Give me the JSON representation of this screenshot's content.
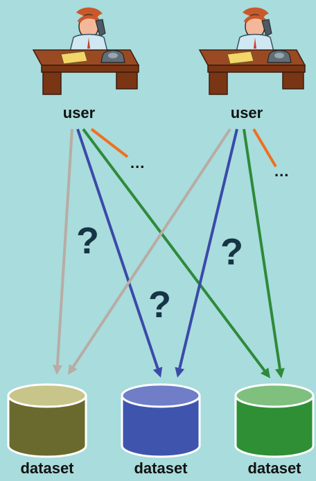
{
  "users": [
    {
      "label": "user"
    },
    {
      "label": "user"
    }
  ],
  "more_marker": "...",
  "question_mark": "?",
  "datasets": [
    {
      "label": "dataset",
      "color": "#6a6a2e",
      "top_color": "#c7c58a"
    },
    {
      "label": "dataset",
      "color": "#3f55ad",
      "top_color": "#6f7ec7"
    },
    {
      "label": "dataset",
      "color": "#2e8f35",
      "top_color": "#7fc07f"
    }
  ],
  "arrow_colors": {
    "gray": "#b8aca4",
    "blue": "#3a4aa8",
    "green": "#2e8a3a",
    "orange": "#f07020"
  }
}
